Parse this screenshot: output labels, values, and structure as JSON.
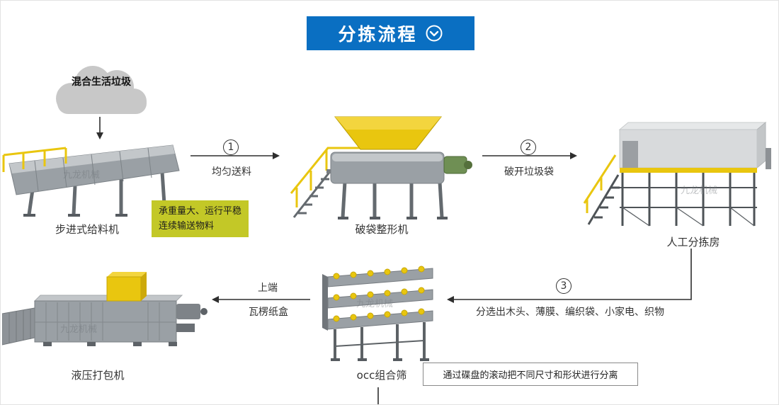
{
  "banner": {
    "title": "分拣流程"
  },
  "cloud": {
    "label": "混合生活垃圾"
  },
  "machines": {
    "feeder": {
      "label": "步进式给料机"
    },
    "bag_breaker": {
      "label": "破袋整形机"
    },
    "sorting_room": {
      "label": "人工分拣房"
    },
    "occ_screen": {
      "label": "occ组合筛"
    },
    "baler": {
      "label": "液压打包机"
    }
  },
  "flow": {
    "step1": {
      "number": "1",
      "label": "均匀送料"
    },
    "step2": {
      "number": "2",
      "label": "破开垃圾袋"
    },
    "step3": {
      "number": "3",
      "label": "分选出木头、薄膜、编织袋、小家电、织物"
    },
    "step4": {
      "label_top": "上端",
      "label_bottom": "瓦楞纸盒"
    }
  },
  "notes": {
    "feeder_note_line1": "承重量大、运行平稳",
    "feeder_note_line2": "连续输送物料",
    "occ_note": "通过碟盘的滚动把不同尺寸和形状进行分离"
  },
  "watermark": {
    "text": "九龙机械"
  },
  "colors": {
    "banner_bg": "#0a6fc2",
    "note_bg": "#c3c827",
    "machine_gray": "#9aa0a5",
    "accent_yellow": "#e9c60f",
    "line": "#2e2e2e"
  }
}
